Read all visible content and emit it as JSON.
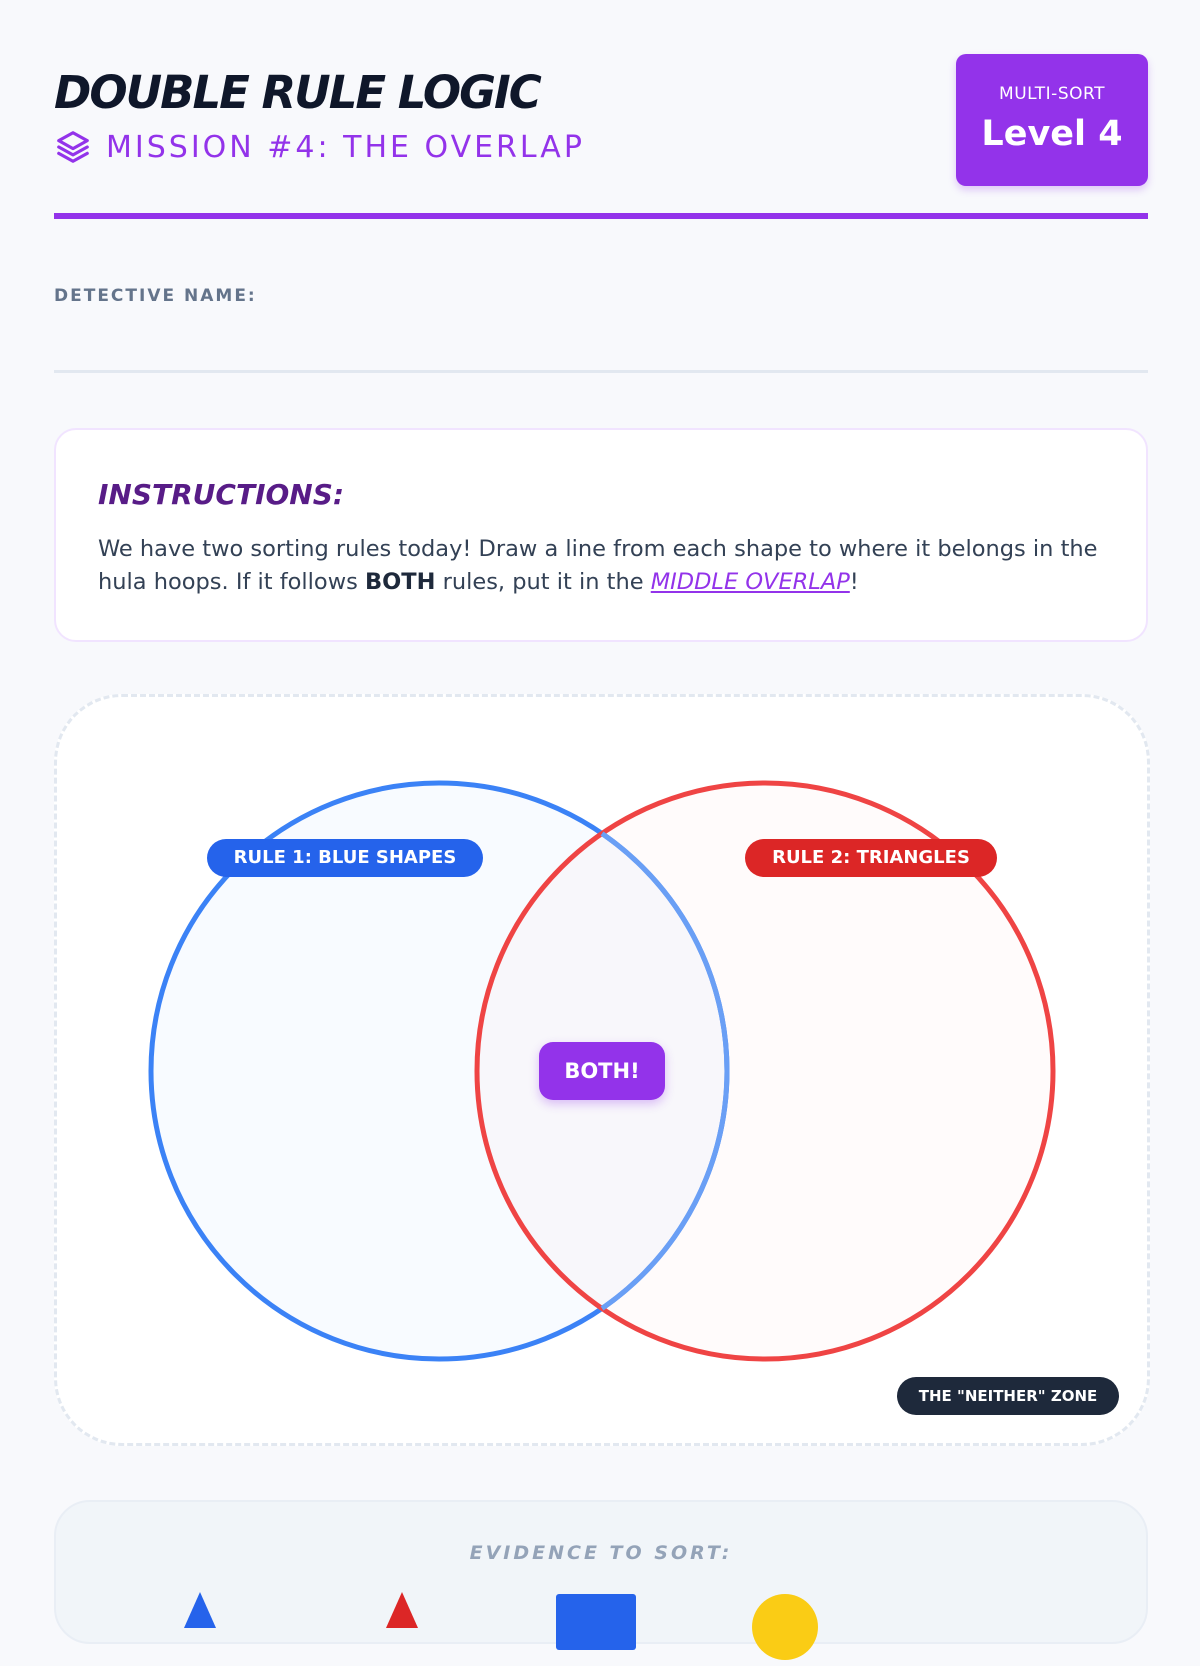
{
  "header": {
    "title": "DOUBLE RULE LOGIC",
    "subtitle": "MISSION #4: THE OVERLAP",
    "subtitle_icon": "layers-icon",
    "level_kicker": "MULTI-SORT",
    "level_value": "Level 4"
  },
  "name_field": {
    "label": "DETECTIVE NAME:",
    "value": ""
  },
  "instructions": {
    "title": "INSTRUCTIONS:",
    "text_before": "We have two sorting rules today! Draw a line from each shape to where it belongs in the hula hoops. If it follows ",
    "bold": "BOTH",
    "text_middle": " rules, put it in the ",
    "highlight": "MIDDLE OVERLAP",
    "text_after": "!"
  },
  "venn": {
    "rule1_label": "RULE 1: BLUE SHAPES",
    "rule2_label": "RULE 2: TRIANGLES",
    "overlap_label": "BOTH!",
    "outside_label": "THE \"NEITHER\" ZONE"
  },
  "evidence": {
    "label": "EVIDENCE TO SORT:",
    "shapes": [
      "blue-triangle",
      "red-triangle",
      "blue-square",
      "yellow-circle"
    ]
  },
  "colors": {
    "accent": "#9333ea",
    "rule1": "#3b82f6",
    "rule2": "#ef4444",
    "dark": "#0f172a"
  }
}
